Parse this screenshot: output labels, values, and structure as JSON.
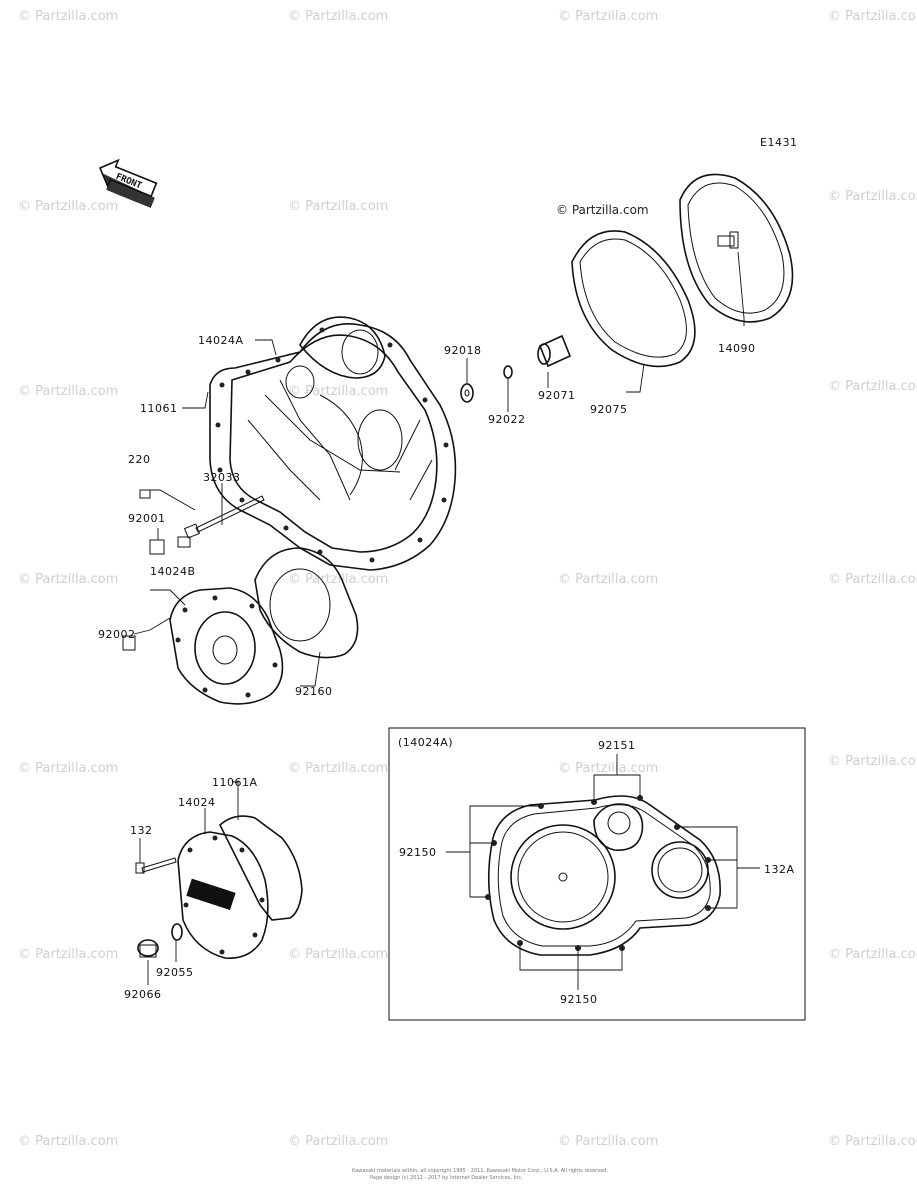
{
  "diagram_code": "E1431",
  "front_label": "FRONT",
  "watermark": "© Partzilla.com",
  "inset_title": "(14024A)",
  "copyright_line1": "Kawasaki materials within, all copyright 1995 - 2011, Kawasaki Motor Corp., U.S.A. All rights reserved.",
  "copyright_line2": "Page design (c) 2012 - 2017 by Internet Dealer Services, Inc.",
  "callouts": {
    "c14024A": "14024A",
    "c11061": "11061",
    "c220": "220",
    "c32033": "32033",
    "c92001": "92001",
    "c14024B": "14024B",
    "c92002": "92002",
    "c92160": "92160",
    "c92018": "92018",
    "c92022": "92022",
    "c92071": "92071",
    "c92075": "92075",
    "c14090": "14090",
    "c11061A": "11061A",
    "c14024": "14024",
    "c132": "132",
    "c92055": "92055",
    "c92066": "92066",
    "inset_92151": "92151",
    "inset_92150_left": "92150",
    "inset_132A": "132A",
    "inset_92150_bottom": "92150"
  }
}
